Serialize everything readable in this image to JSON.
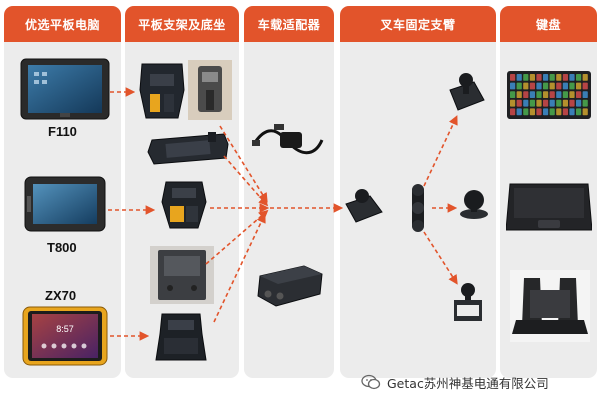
{
  "columns": [
    {
      "label": "优选平板电脑"
    },
    {
      "label": "平板支架及底坐"
    },
    {
      "label": "车载适配器"
    },
    {
      "label": "叉车固定支臂"
    },
    {
      "label": "键盘"
    }
  ],
  "tablets": [
    {
      "label": "F110"
    },
    {
      "label": "T800"
    },
    {
      "label": "ZX70"
    }
  ],
  "zx70_screen_time": "8:57",
  "watermark": {
    "text": "Getac苏州神基电通有限公司",
    "icon": "wechat-icon"
  },
  "colors": {
    "accent": "#e2542b",
    "panel": "#ececec",
    "arrow": "#e2542b"
  }
}
